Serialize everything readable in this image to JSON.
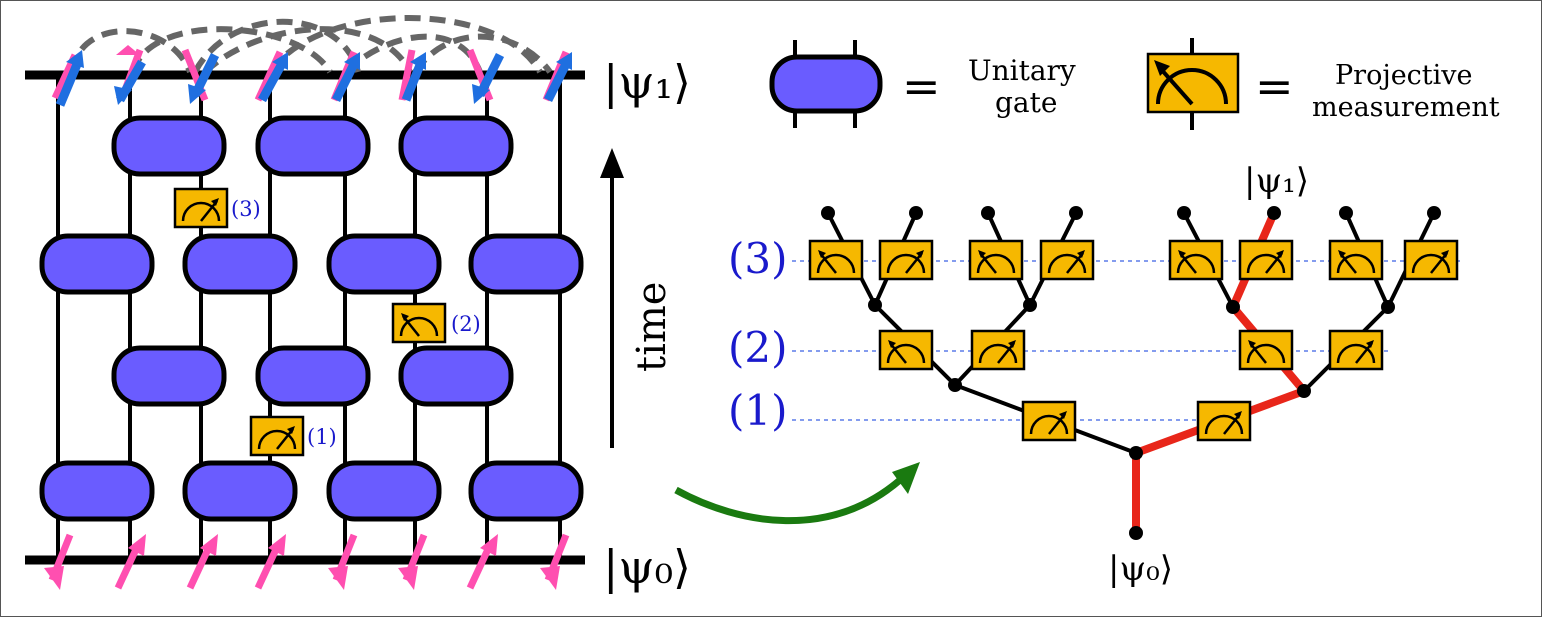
{
  "labels": {
    "psi1_top": "|ψ₁⟩",
    "psi0_bottom": "|ψ₀⟩",
    "psi1_tree": "|ψ₁⟩",
    "psi0_tree": "|ψ₀⟩",
    "time": "time",
    "equals": "=",
    "unitary_line1": "Unitary",
    "unitary_line2": "gate",
    "projective_line1": "Projective",
    "projective_line2": "measurement",
    "circuit_meas_1": "(1)",
    "circuit_meas_2": "(2)",
    "circuit_meas_3": "(3)",
    "tree_level_1": "(1)",
    "tree_level_2": "(2)",
    "tree_level_3": "(3)"
  },
  "colors": {
    "gate": "#6a5cff",
    "measurement": "#f6b800",
    "spin_up": "#1f6fe0",
    "spin_down": "#ff4fb0",
    "path": "#e8261a",
    "arrow": "#1a7a10",
    "level_line": "#5b7be8",
    "level_label": "#1a1acc"
  },
  "icons": {
    "gate": "unitary-gate-icon",
    "measurement": "measurement-meter-icon",
    "spin": "spin-arrow-icon"
  }
}
